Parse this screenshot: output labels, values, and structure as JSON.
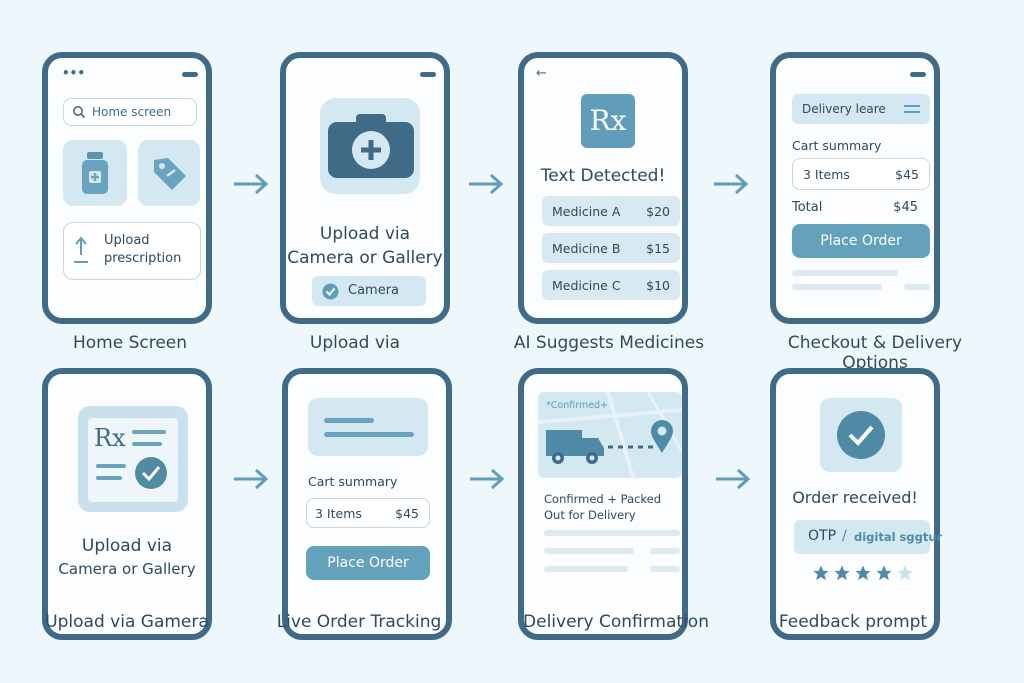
{
  "screens": [
    {
      "caption": "Home Screen",
      "search_placeholder": "Home screen",
      "upload_label_1": "Upload",
      "upload_label_2": "prescription"
    },
    {
      "caption": "Upload via",
      "title_1": "Upload via",
      "title_2": "Camera or Gallery",
      "camera_label": "Camera"
    },
    {
      "caption": "AI Suggests Medicines",
      "title": "Text Detected!",
      "rx_symbol": "Rx",
      "medicines": [
        {
          "name": "Medicine A",
          "price": "$20"
        },
        {
          "name": "Medicine B",
          "price": "$15"
        },
        {
          "name": "Medicine C",
          "price": "$10"
        }
      ]
    },
    {
      "caption": "Checkout & Delivery Options",
      "header": "Delivery leare",
      "cart_summary": "Cart summary",
      "items": "3 Items",
      "items_price": "$45",
      "total_label": "Total",
      "total_price": "$45",
      "button": "Place Order"
    },
    {
      "caption": "Upload via Gamera",
      "rx_symbol": "Rx",
      "title_1": "Upload via",
      "title_2": "Camera or Gallery"
    },
    {
      "caption": "Live Order Tracking",
      "cart_summary": "Cart summary",
      "items": "3 Items",
      "items_price": "$45",
      "button": "Place Order"
    },
    {
      "caption": "Delivery Confirmation",
      "map_label": "*Confirmed+",
      "status_1": "Confirmed + Packed",
      "status_2": "Out for Delivery"
    },
    {
      "caption": "Feedback prompt",
      "title": "Order received!",
      "otp": "OTP",
      "otp_sep": "/",
      "otp_sub": "digital sggtur",
      "rating": 4,
      "rating_max": 5
    }
  ],
  "colors": {
    "frame": "#3f6b87",
    "accent": "#5f9db8",
    "light": "#d3e8f1",
    "background": "#eef7fc"
  }
}
